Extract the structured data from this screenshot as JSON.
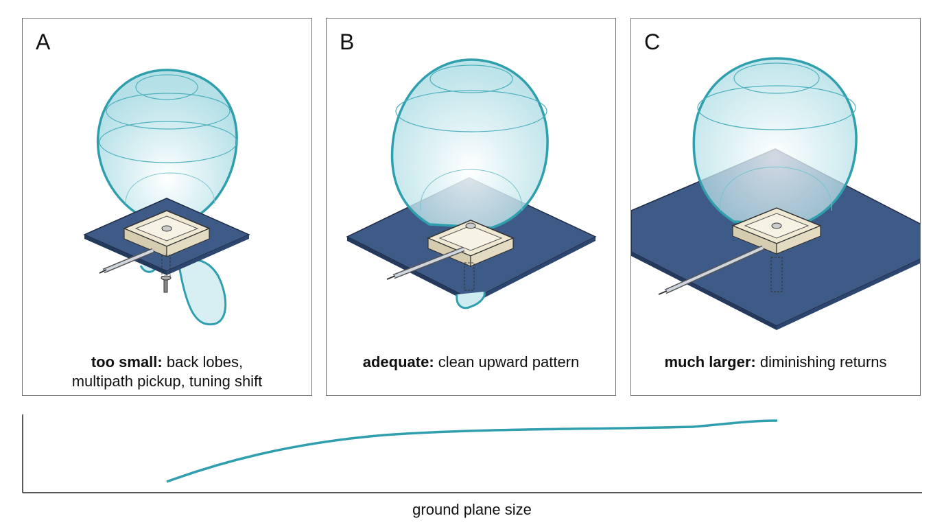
{
  "panels": [
    {
      "letter": "A",
      "caption_bold": "too small:",
      "caption_line1": "back lobes,",
      "caption_line2": "multipath pickup, tuning shift"
    },
    {
      "letter": "B",
      "caption_bold": "adequate:",
      "caption_line1": "clean upward pattern",
      "caption_line2": ""
    },
    {
      "letter": "C",
      "caption_bold": "much larger:",
      "caption_line1": "diminishing returns",
      "caption_line2": ""
    }
  ],
  "chart": {
    "xlabel": "ground plane size"
  },
  "colors": {
    "lobe_stroke": "#2f9fae",
    "lobe_fill": "#bfe6ec",
    "ground_plane": "#3e5a86",
    "patch_body": "#e9e3cf",
    "curve": "#2f9fae"
  }
}
